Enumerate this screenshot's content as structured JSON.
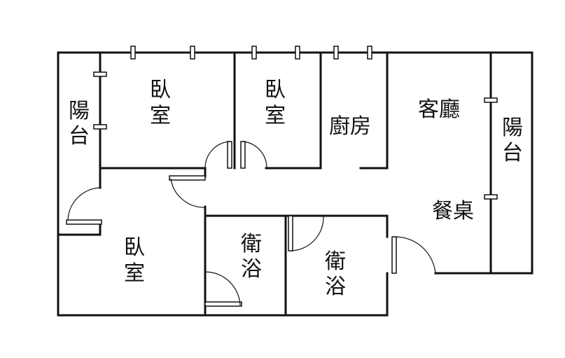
{
  "rooms": {
    "balcony_left": [
      "陽",
      "台"
    ],
    "bedroom_top_left": [
      "臥",
      "室"
    ],
    "bedroom_top_mid": [
      "臥",
      "室"
    ],
    "kitchen": "廚房",
    "living_room": "客廳",
    "balcony_right": [
      "陽",
      "台"
    ],
    "dining_table": "餐桌",
    "bedroom_bottom": [
      "臥",
      "室"
    ],
    "bathroom_left": [
      "衛",
      "浴"
    ],
    "bathroom_right": [
      "衛",
      "浴"
    ]
  }
}
